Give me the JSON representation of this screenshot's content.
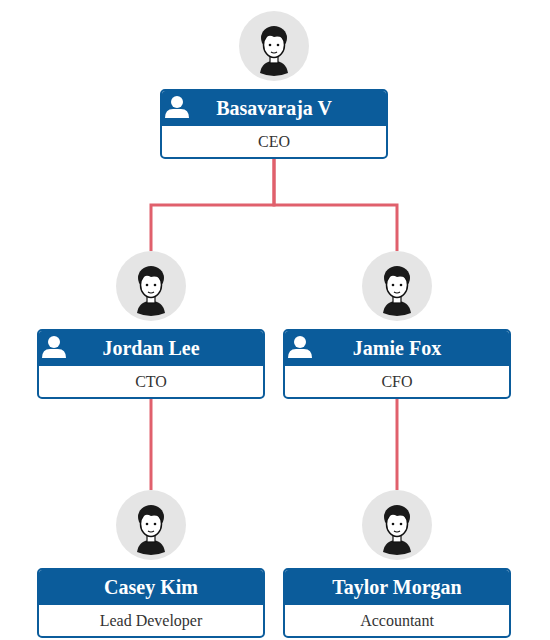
{
  "diagram": {
    "nodes": [
      {
        "text": [
          "Basavaraja V",
          "CEO"
        ]
      },
      {
        "text": [
          "Jordan Lee",
          "CTO"
        ]
      },
      {
        "text": [
          "Jamie Fox",
          "CFO"
        ]
      },
      {
        "text": [
          "Casey Kim",
          "Lead Developer"
        ]
      },
      {
        "text": [
          "Taylor Morgan",
          "Accountant"
        ]
      }
    ],
    "edges": [
      {
        "from": 0,
        "to": 1,
        "arrow": "none"
      },
      {
        "from": 0,
        "to": 2,
        "arrow": "none"
      },
      {
        "from": 1,
        "to": 3,
        "arrow": "none"
      },
      {
        "from": 2,
        "to": 4,
        "arrow": "none"
      }
    ]
  }
}
